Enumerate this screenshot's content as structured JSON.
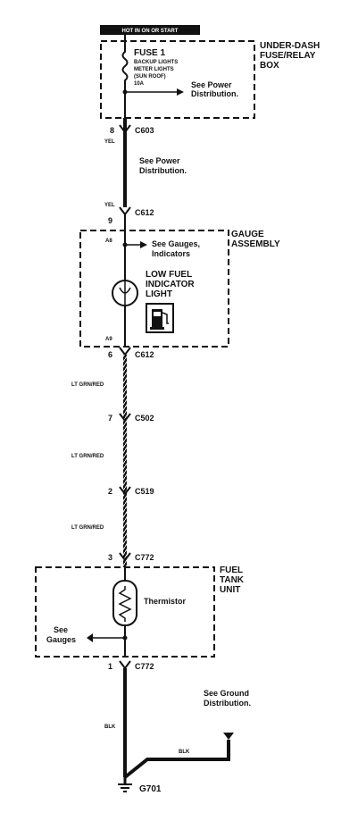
{
  "header": {
    "hot_label": "HOT IN ON OR START"
  },
  "fuse_box": {
    "title_lines": [
      "UNDER-DASH",
      "FUSE/RELAY",
      "BOX"
    ],
    "fuse_name": "FUSE 1",
    "fuse_desc_lines": [
      "BACKUP LIGHTS",
      "METER LIGHTS",
      "(SUN ROOF)",
      "10A"
    ],
    "see_power_lines": [
      "See Power",
      "Distribution."
    ]
  },
  "connectors": {
    "c603": {
      "pin": "8",
      "name": "C603"
    },
    "c612_top": {
      "pin": "9",
      "name": "C612"
    },
    "c612_bottom": {
      "pin": "6",
      "name": "C612"
    },
    "c502": {
      "pin": "7",
      "name": "C502"
    },
    "c519": {
      "pin": "2",
      "name": "C519"
    },
    "c772_top": {
      "pin": "3",
      "name": "C772"
    },
    "c772_bottom": {
      "pin": "1",
      "name": "C772"
    }
  },
  "wires": {
    "yel_1": "YEL",
    "yel_2": "YEL",
    "lt_grn_red_1": "LT GRN/RED",
    "lt_grn_red_2": "LT GRN/RED",
    "lt_grn_red_3": "LT GRN/RED",
    "blk_1": "BLK",
    "blk_2": "BLK"
  },
  "middle_see_power_lines": [
    "See Power",
    "Distribution."
  ],
  "gauge_assembly": {
    "title_lines": [
      "GAUGE",
      "ASSEMBLY"
    ],
    "pin_top": "A8",
    "pin_bottom": "A9",
    "see_gauges_lines": [
      "See Gauges,",
      "Indicators"
    ],
    "indicator_lines": [
      "LOW FUEL",
      "INDICATOR",
      "LIGHT"
    ]
  },
  "fuel_tank": {
    "title_lines": [
      "FUEL",
      "TANK",
      "UNIT"
    ],
    "thermistor_label": "Thermistor",
    "see_gauges_lines": [
      "See",
      "Gauges"
    ]
  },
  "ground": {
    "see_ground_lines": [
      "See Ground",
      "Distribution."
    ],
    "ground_name": "G701"
  }
}
